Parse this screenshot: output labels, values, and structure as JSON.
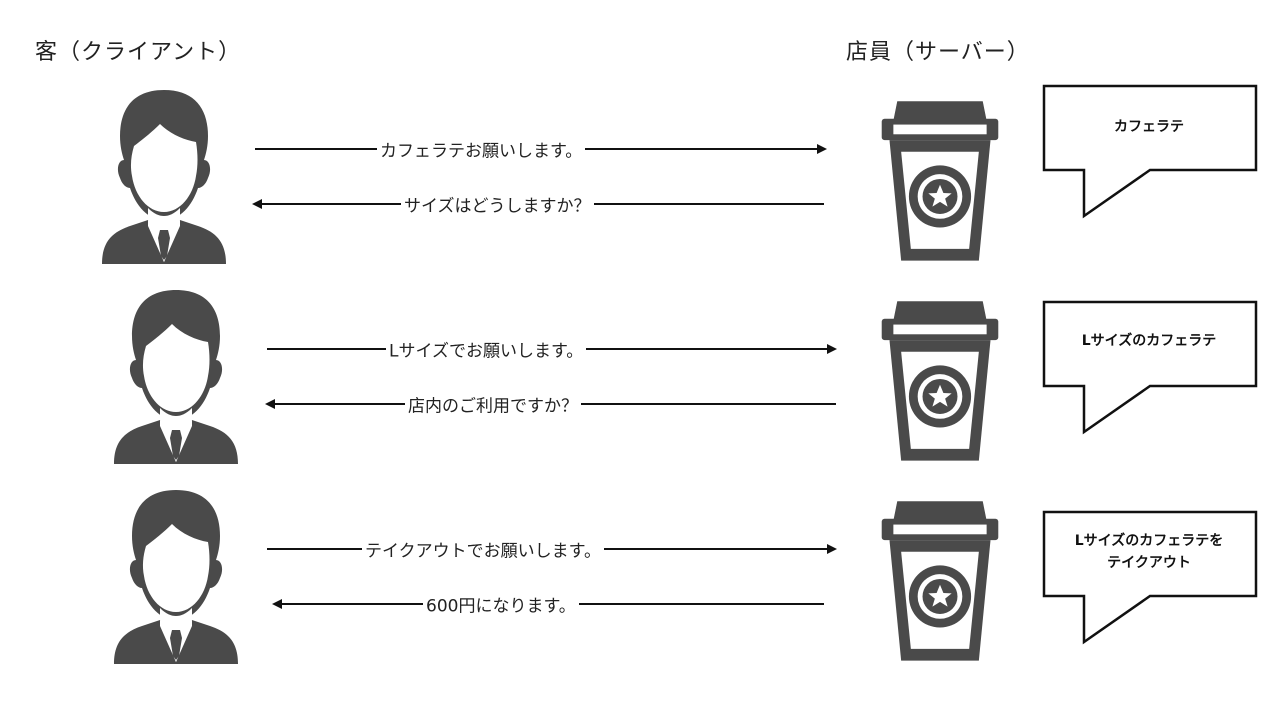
{
  "headings": {
    "client": "客（クライアント）",
    "server": "店員（サーバー）"
  },
  "exchanges": [
    {
      "request": "カフェラテお願いします。",
      "response": "サイズはどうしますか？",
      "order_bubble": "カフェラテ"
    },
    {
      "request": "Lサイズでお願いします。",
      "response": "店内のご利用ですか？",
      "order_bubble": "Lサイズのカフェラテ"
    },
    {
      "request": "テイクアウトでお願いします。",
      "response": "600円になります。",
      "order_bubble": "Lサイズのカフェラテを\nテイクアウト"
    }
  ],
  "colors": {
    "icon": "#4a4a4a",
    "line": "#111111"
  }
}
